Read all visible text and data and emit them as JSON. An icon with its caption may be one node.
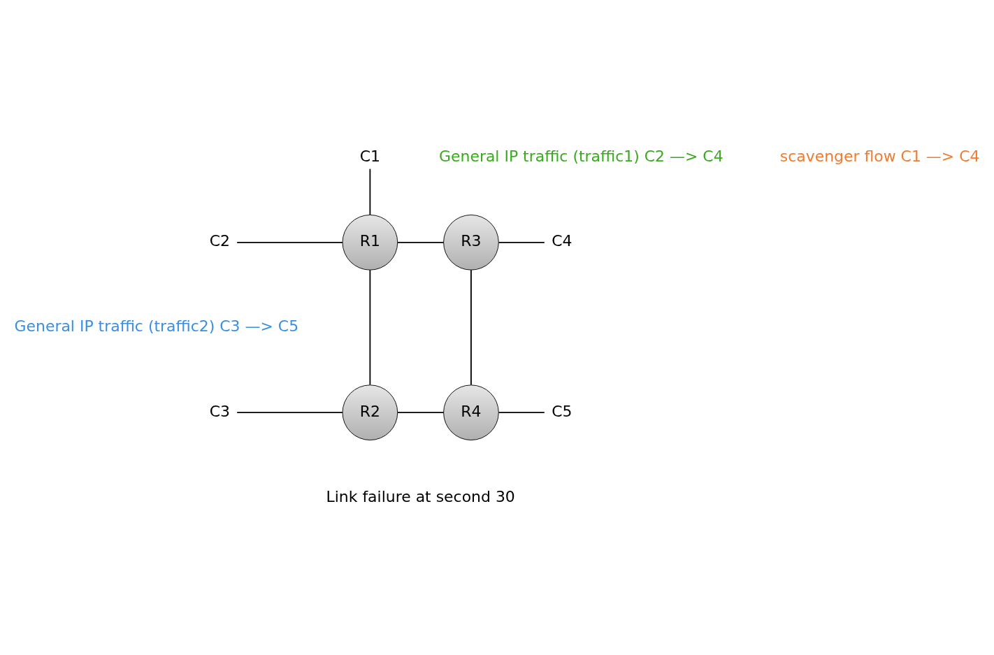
{
  "diagram": {
    "nodes": [
      {
        "text": [
          "C1"
        ]
      },
      {
        "text": [
          "C2"
        ]
      },
      {
        "text": [
          "R1"
        ]
      },
      {
        "text": [
          "R3"
        ]
      },
      {
        "text": [
          "C4"
        ]
      },
      {
        "text": [
          "C3"
        ]
      },
      {
        "text": [
          "R2"
        ]
      },
      {
        "text": [
          "R4"
        ]
      },
      {
        "text": [
          "C5"
        ]
      }
    ],
    "edges": [
      {
        "from": 0,
        "to": 2,
        "arrow": "none"
      },
      {
        "from": 1,
        "to": 2,
        "arrow": "none"
      },
      {
        "from": 2,
        "to": 3,
        "arrow": "none"
      },
      {
        "from": 3,
        "to": 4,
        "arrow": "none"
      },
      {
        "from": 2,
        "to": 6,
        "arrow": "none"
      },
      {
        "from": 3,
        "to": 7,
        "arrow": "none"
      },
      {
        "from": 5,
        "to": 6,
        "arrow": "none"
      },
      {
        "from": 6,
        "to": 7,
        "arrow": "none"
      },
      {
        "from": 7,
        "to": 8,
        "arrow": "none"
      }
    ],
    "labels": [
      "General IP traffic (traffic1) C2 —> C4",
      "scavenger flow C1 —> C4",
      "General IP traffic (traffic2) C3 —> C5",
      "Link failure at second 30"
    ]
  }
}
